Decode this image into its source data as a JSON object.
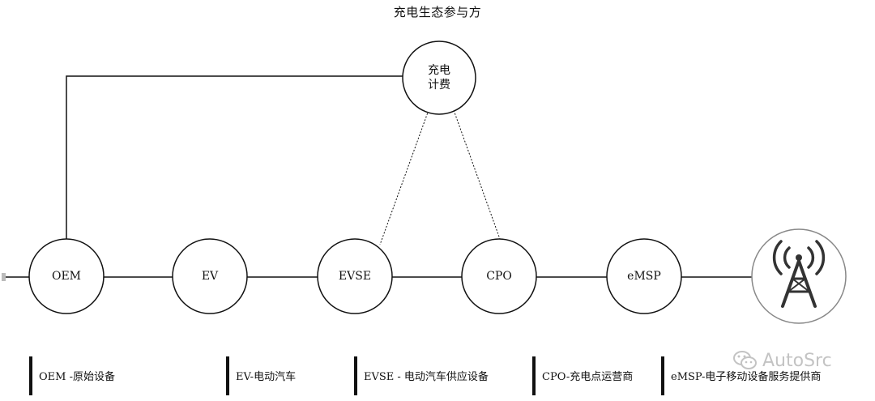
{
  "diagram": {
    "title": "充电生态参与方",
    "billing": {
      "line1": "充电",
      "line2": "计费"
    },
    "nodes": [
      {
        "id": "oem",
        "label": "OEM"
      },
      {
        "id": "ev",
        "label": "EV"
      },
      {
        "id": "evse",
        "label": "EVSE"
      },
      {
        "id": "cpo",
        "label": "CPO"
      },
      {
        "id": "emsp",
        "label": "eMSP"
      },
      {
        "id": "network",
        "label": "",
        "icon": "cell-tower-icon"
      }
    ],
    "legend": [
      {
        "text": "OEM -原始设备"
      },
      {
        "text": "EV-电动汽车"
      },
      {
        "text": "EVSE - 电动汽车供应设备"
      },
      {
        "text": "CPO-充电点运营商"
      },
      {
        "text": "eMSP-电子移动设备服务提供商"
      }
    ]
  },
  "watermark": {
    "text": "AutoSrc",
    "icon": "wechat-icon"
  },
  "colors": {
    "stroke": "#111111",
    "tower_circle": "#888888",
    "tower": "#333333"
  }
}
